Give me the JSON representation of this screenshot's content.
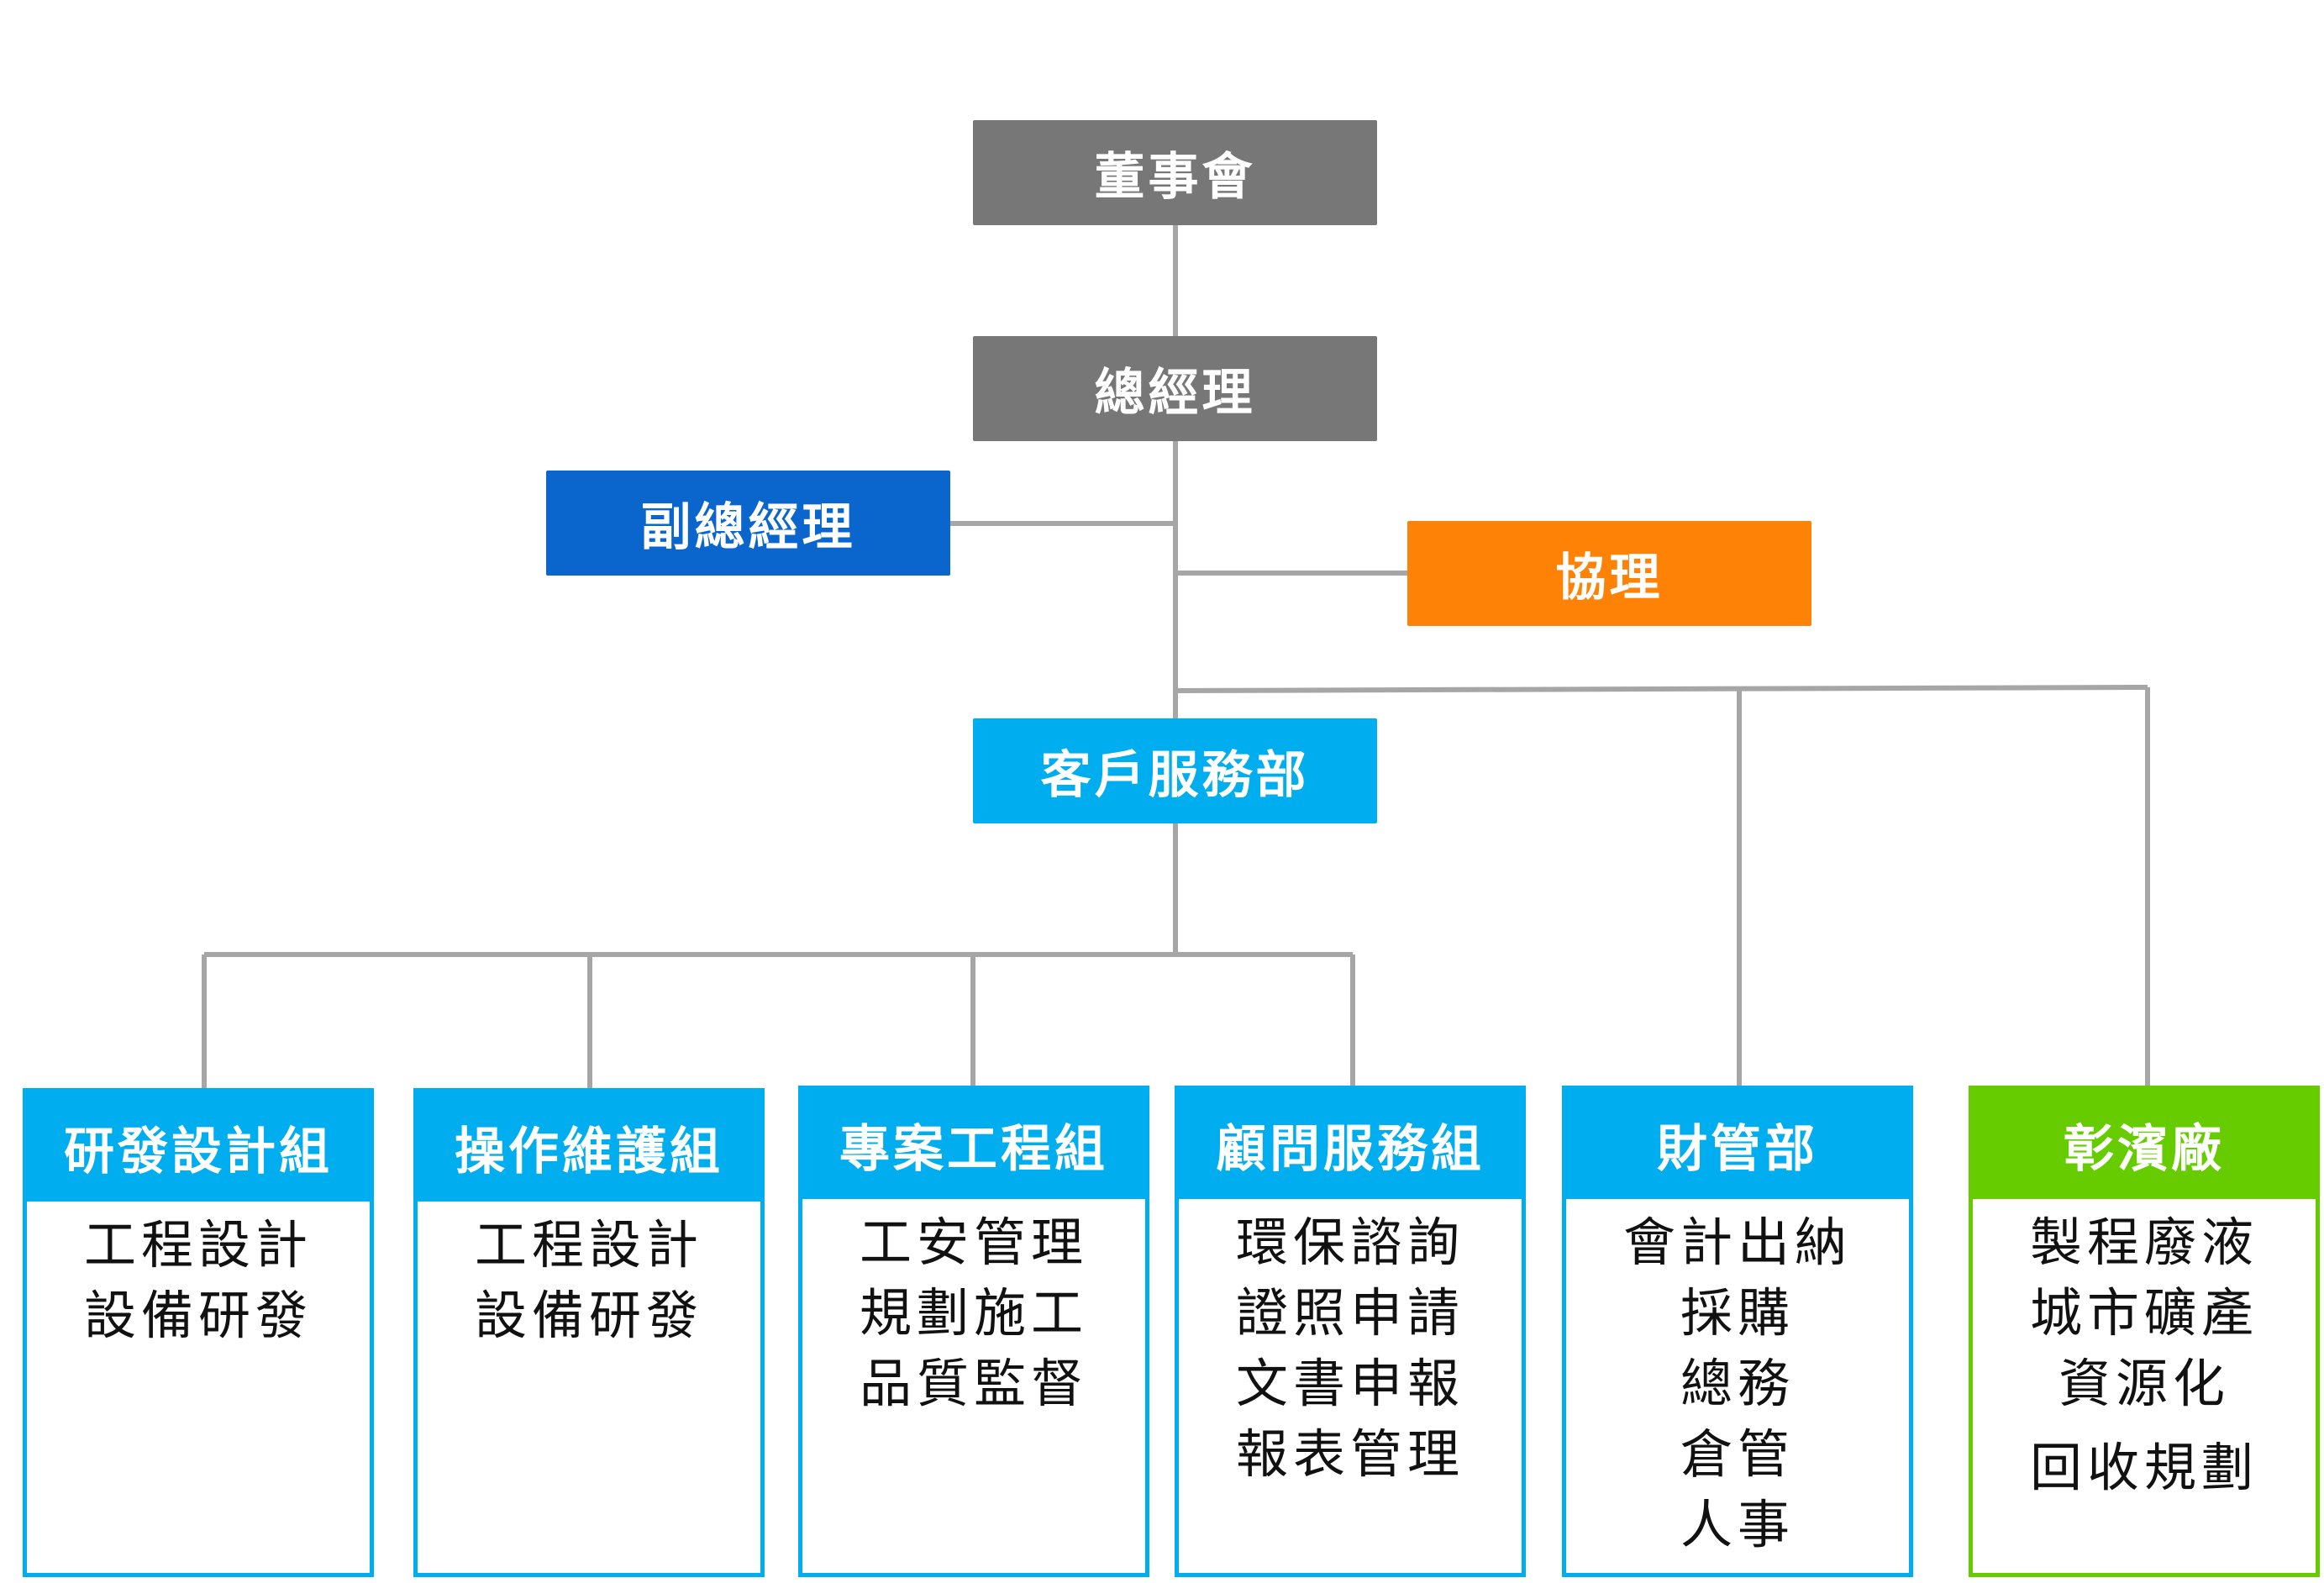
{
  "top": {
    "board": "董事會",
    "gm": "總經理",
    "deputy_gm": "副總經理",
    "assistant_manager": "協理",
    "customer_service": "客戶服務部"
  },
  "groups": [
    {
      "title": "研發設計組",
      "items": [
        "工程設計",
        "設備研發"
      ]
    },
    {
      "title": "操作維護組",
      "items": [
        "工程設計",
        "設備研發"
      ]
    },
    {
      "title": "專案工程組",
      "items": [
        "工安管理",
        "規劃施工",
        "品質監督"
      ]
    },
    {
      "title": "顧問服務組",
      "items": [
        "環保諮詢",
        "證照申請",
        "文書申報",
        "報表管理"
      ]
    },
    {
      "title": "財管部",
      "items": [
        "會計出納",
        "採購",
        "總務",
        "倉管",
        "人事"
      ]
    },
    {
      "title": "彰濱廠",
      "items": [
        "製程廢液",
        "城市礦產",
        "資源化",
        "回收規劃"
      ]
    }
  ],
  "colors": {
    "gray": "#777777",
    "dark_blue": "#0a66cc",
    "orange": "#fd8206",
    "cyan": "#00adef",
    "green": "#66cc00",
    "connector": "#a6a6a6"
  }
}
